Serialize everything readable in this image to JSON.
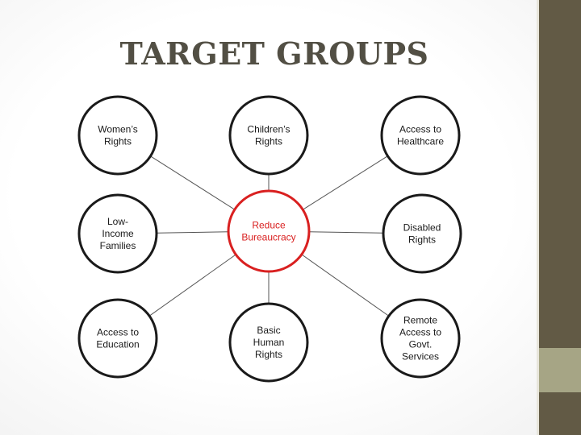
{
  "title": "TARGET GROUPS",
  "colors": {
    "sidebar": "#625a45",
    "sidebar_accent": "#a6a585",
    "center_outline": "#d92020",
    "node_outline": "#1a1a1a"
  },
  "center": {
    "lines": [
      "Reduce",
      "Bureaucracy"
    ]
  },
  "nodes": [
    {
      "id": "womens-rights",
      "lines": [
        "Women’s",
        "Rights"
      ]
    },
    {
      "id": "childrens-rights",
      "lines": [
        "Children’s",
        "Rights"
      ]
    },
    {
      "id": "access-to-healthcare",
      "lines": [
        "Access to",
        "Healthcare"
      ]
    },
    {
      "id": "low-income-families",
      "lines": [
        "Low-",
        "Income",
        "Families"
      ]
    },
    {
      "id": "disabled-rights",
      "lines": [
        "Disabled",
        "Rights"
      ]
    },
    {
      "id": "access-to-education",
      "lines": [
        "Access to",
        "Education"
      ]
    },
    {
      "id": "basic-human-rights",
      "lines": [
        "Basic",
        "Human",
        "Rights"
      ]
    },
    {
      "id": "remote-access-to-govt-services",
      "lines": [
        "Remote",
        "Access to",
        "Govt.",
        "Services"
      ]
    }
  ]
}
